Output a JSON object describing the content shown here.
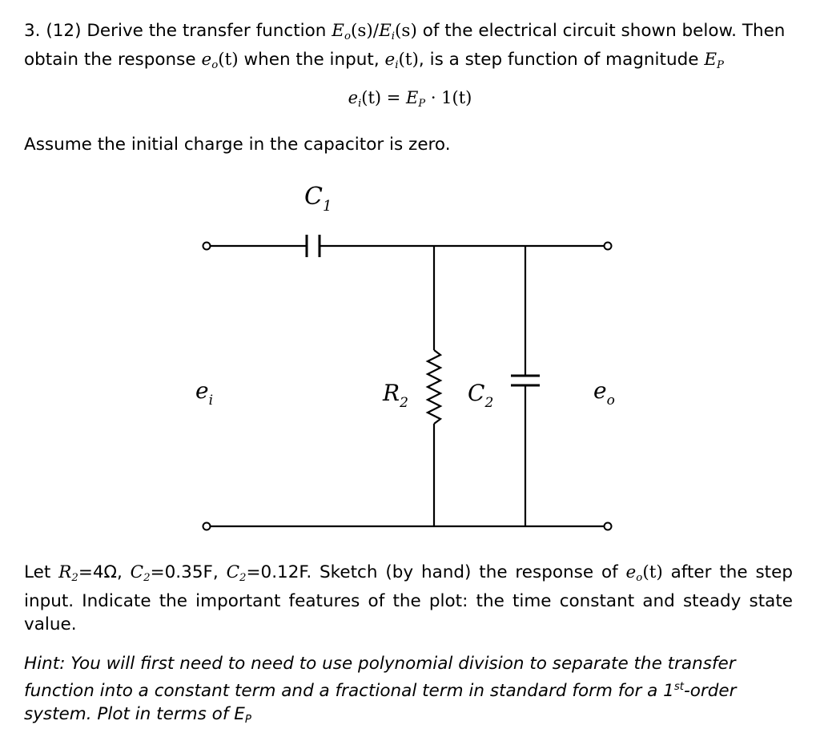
{
  "problem": {
    "number": "3.",
    "points": "(12)",
    "intro": "Derive the transfer function",
    "tf_eo": "E",
    "tf_eo_sub": "o",
    "tf_s": "(s)/",
    "tf_ei": "E",
    "tf_ei_sub": "i",
    "tf_s2": "(s)",
    "intro2": "of the electrical circuit shown below. Then obtain the response",
    "resp_var": "e",
    "resp_sub": "o",
    "resp_t": "(t)",
    "intro3": "when the input,",
    "in_var": "e",
    "in_sub": "i",
    "in_t": "(t)",
    "intro4": ", is a step function of magnitude",
    "mag_var": "E",
    "mag_sub": "P"
  },
  "equation": {
    "lhs_var": "e",
    "lhs_sub": "i",
    "lhs_t": "(t)",
    "eq": " = ",
    "rhs_var": "E",
    "rhs_sub": "P",
    "rhs_rest": " · 1(t)"
  },
  "assumption": "Assume the initial charge in the capacitor is zero.",
  "circuit": {
    "c1_label": "C",
    "c1_sub": "1",
    "r2_label": "R",
    "r2_sub": "2",
    "c2_label": "C",
    "c2_sub": "2",
    "ei_label": "e",
    "ei_sub": "i",
    "eo_label": "e",
    "eo_sub": "o"
  },
  "given": {
    "let": "Let",
    "r2": "R",
    "r2_sub": "2",
    "r2_val": "=4Ω,",
    "c2a": "C",
    "c2a_sub": "2",
    "c2a_val": "=0.35F,",
    "c2b": "C",
    "c2b_sub": "2",
    "c2b_val": "=0.12F.",
    "text1": "Sketch (by hand) the response of",
    "eo_var": "e",
    "eo_sub": "o",
    "eo_t": "(t)",
    "text2": "after the step input. Indicate the important features of the plot: the time constant and steady state value."
  },
  "hint": {
    "text1": "Hint: You will first need to need to use polynomial division to separate the transfer function into a constant term and a fractional term in standard form for a 1",
    "sup": "st",
    "text2": "-order system. Plot in terms of E",
    "sub": "P"
  }
}
